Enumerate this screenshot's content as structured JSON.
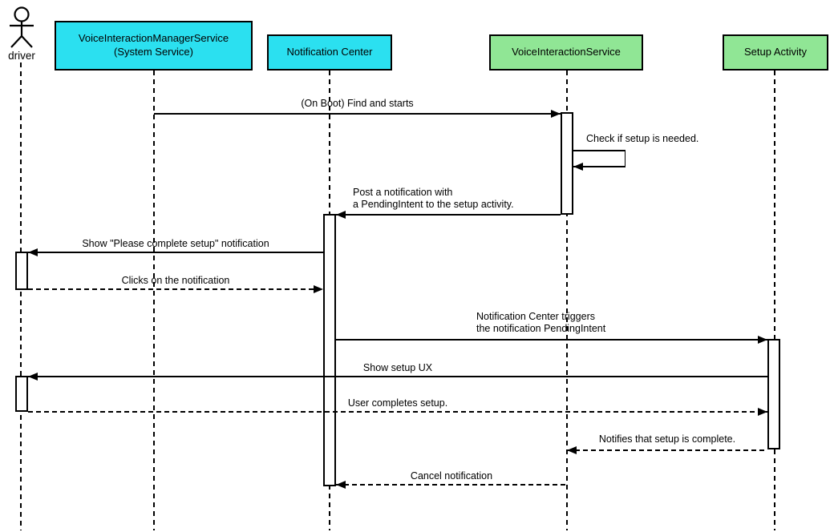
{
  "diagram": {
    "kind": "uml-sequence-diagram",
    "background": "#FFFFFF",
    "line_color": "#000000"
  },
  "colors": {
    "system_participant_fill": "#2BE0F0",
    "app_participant_fill": "#90E695",
    "activation_fill": "#FFFFFF",
    "stroke": "#000000"
  },
  "actor": {
    "label": "driver"
  },
  "participants": [
    {
      "id": "vims",
      "label": "VoiceInteractionManagerService\n(System Service)",
      "fill": "#2BE0F0"
    },
    {
      "id": "notification-center",
      "label": "Notification Center",
      "fill": "#2BE0F0"
    },
    {
      "id": "vis",
      "label": "VoiceInteractionService",
      "fill": "#90E695"
    },
    {
      "id": "setup-activity",
      "label": "Setup Activity",
      "fill": "#90E695"
    }
  ],
  "messages": [
    {
      "label": "(On Boot) Find and starts",
      "from": "VoiceInteractionManagerService (System Service)",
      "to": "VoiceInteractionService",
      "style": "solid"
    },
    {
      "label": "Check if setup is needed.",
      "from": "VoiceInteractionService",
      "to": "VoiceInteractionService",
      "style": "solid-self"
    },
    {
      "label": "Post a notification with\na PendingIntent to the setup activity.",
      "from": "VoiceInteractionService",
      "to": "Notification Center",
      "style": "solid"
    },
    {
      "label": "Show \"Please complete setup\" notification",
      "from": "Notification Center",
      "to": "driver",
      "style": "solid"
    },
    {
      "label": "Clicks on the notification",
      "from": "driver",
      "to": "Notification Center",
      "style": "dashed"
    },
    {
      "label": "Notification Center triggers\nthe notification PendingIntent",
      "from": "Notification Center",
      "to": "Setup Activity",
      "style": "solid"
    },
    {
      "label": "Show setup UX",
      "from": "Setup Activity",
      "to": "driver",
      "style": "solid"
    },
    {
      "label": "User completes setup.",
      "from": "driver",
      "to": "Setup Activity",
      "style": "dashed"
    },
    {
      "label": "Notifies that setup is complete.",
      "from": "Setup Activity",
      "to": "VoiceInteractionService",
      "style": "dashed"
    },
    {
      "label": "Cancel notification",
      "from": "VoiceInteractionService",
      "to": "Notification Center",
      "style": "dashed"
    }
  ]
}
